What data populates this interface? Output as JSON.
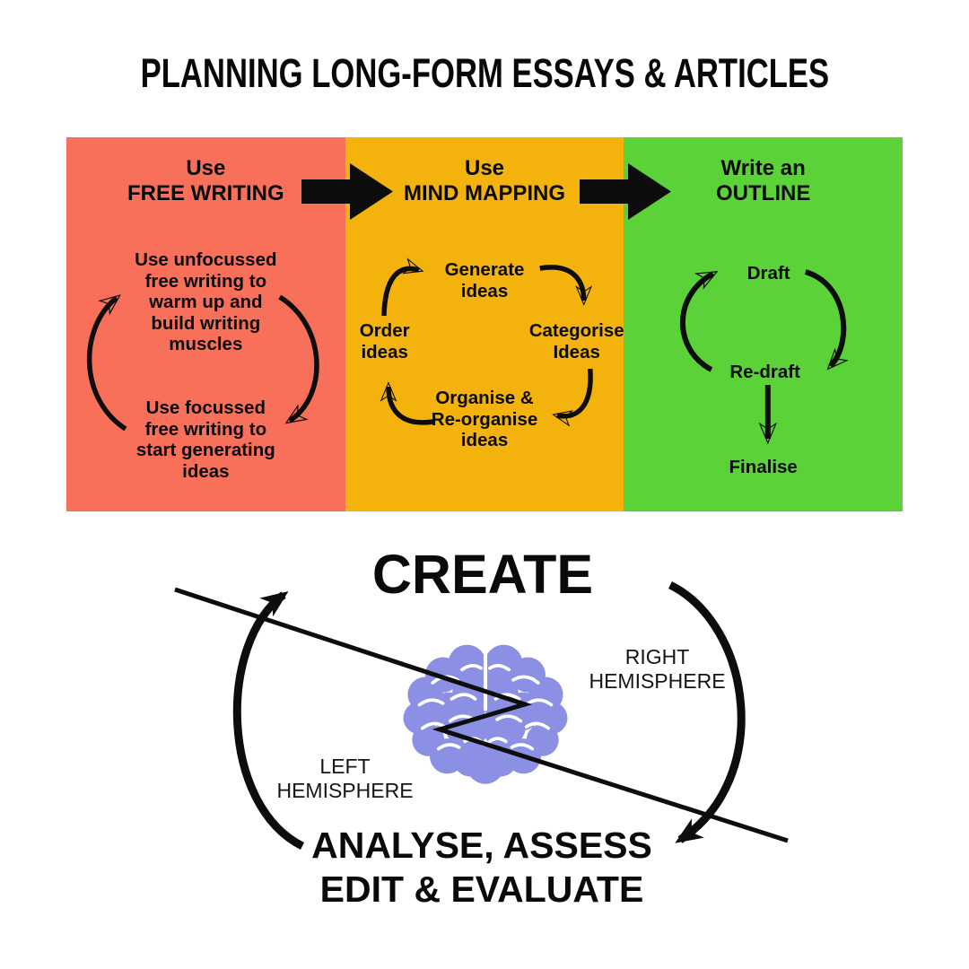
{
  "title": "PLANNING LONG-FORM ESSAYS & ARTICLES",
  "colors": {
    "panel_red": "#F8705A",
    "panel_yellow": "#F4B30C",
    "panel_green": "#5BD338",
    "brain_purple": "#8B90E4",
    "ink": "#0d0d0d"
  },
  "icons": {
    "flow_arrow": "solid black right-pointing block arrow",
    "cycle_arrow": "curved black arrow",
    "brain": "purple brain seen from above",
    "zigzag": "straight black zigzag line crossing the brain"
  },
  "panels": [
    {
      "header": [
        "Use",
        "FREE WRITING"
      ],
      "blocks": [
        {
          "lines": [
            "Use unfocussed",
            "free writing to",
            "warm up and",
            "build writing",
            "muscles"
          ]
        },
        {
          "lines": [
            "Use focussed",
            "free writing to",
            "start generating",
            "ideas"
          ]
        }
      ]
    },
    {
      "header": [
        "Use",
        "MIND MAPPING"
      ],
      "cycle": {
        "top": [
          "Generate",
          "ideas"
        ],
        "right": [
          "Categorise",
          "Ideas"
        ],
        "bottom": [
          "Organise &",
          "Re-organise",
          "ideas"
        ],
        "left": [
          "Order",
          "ideas"
        ]
      }
    },
    {
      "header": [
        "Write an",
        "OUTLINE"
      ],
      "steps": [
        "Draft",
        "Re-draft",
        "Finalise"
      ]
    }
  ],
  "hemispheres": {
    "create": "CREATE",
    "right": [
      "RIGHT",
      "HEMISPHERE"
    ],
    "left": [
      "LEFT",
      "HEMISPHERE"
    ],
    "analyse": [
      "ANALYSE, ASSESS",
      "EDIT & EVALUATE"
    ]
  }
}
